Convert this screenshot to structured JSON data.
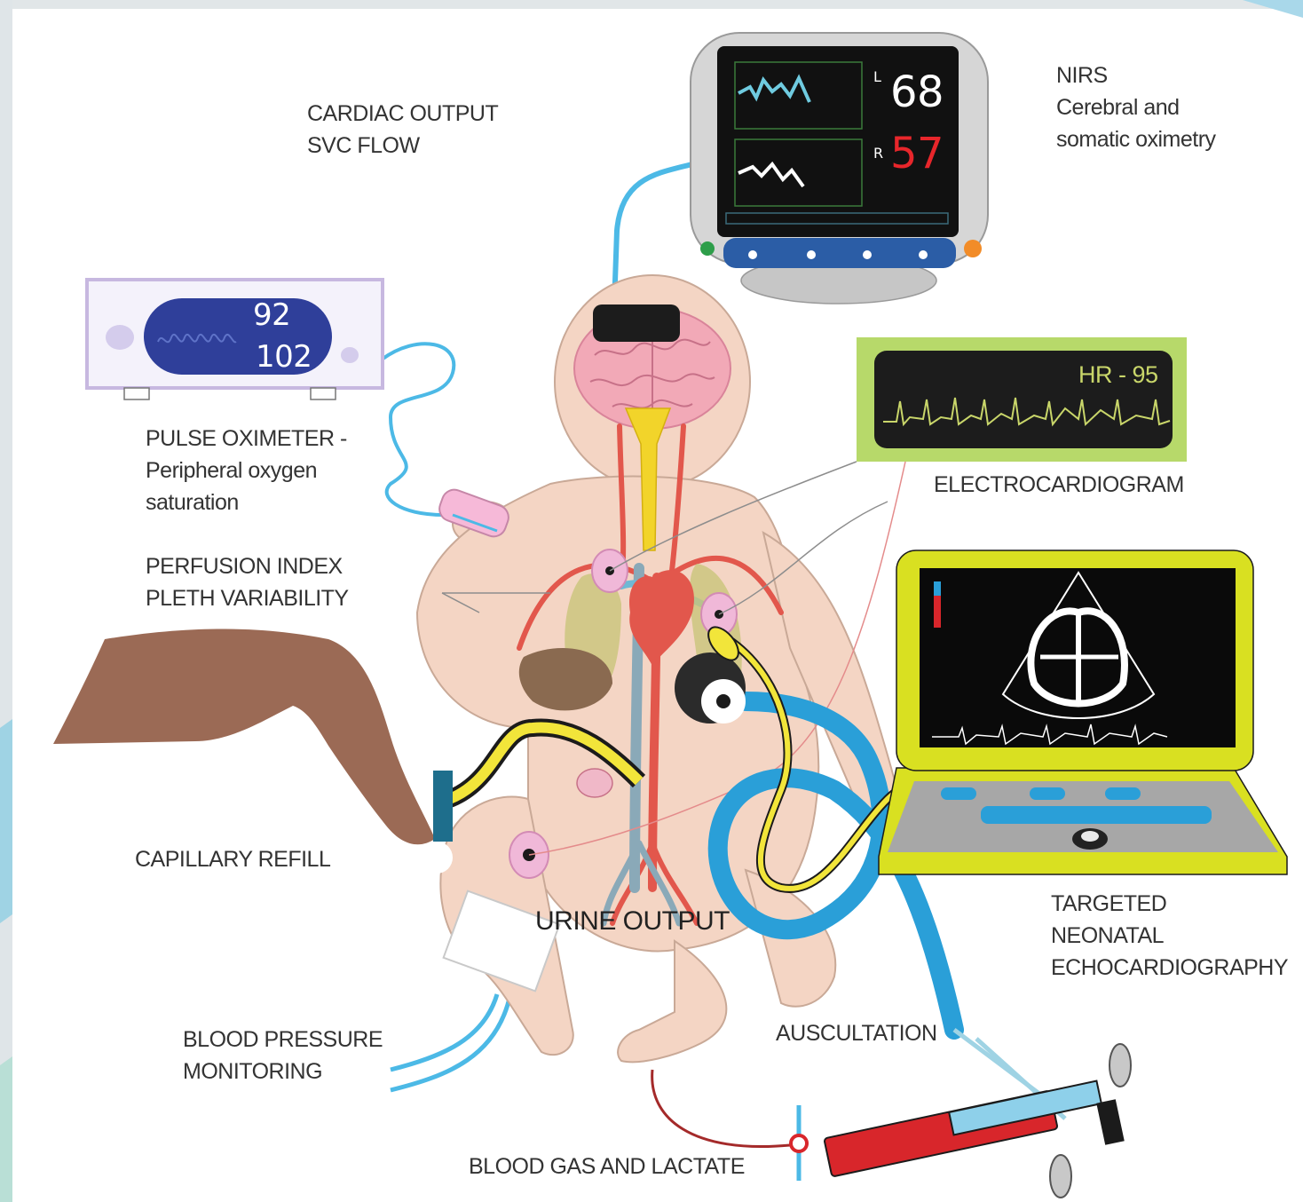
{
  "labels": {
    "cardiac_output": [
      "CARDIAC OUTPUT",
      "SVC FLOW"
    ],
    "nirs": [
      "NIRS",
      "Cerebral and",
      "somatic oximetry"
    ],
    "pulse_oximeter": [
      "PULSE OXIMETER -",
      "Peripheral oxygen",
      "saturation"
    ],
    "perfusion": [
      "PERFUSION INDEX",
      "PLETH VARIABILITY"
    ],
    "electrocardiogram": "ELECTROCARDIOGRAM",
    "capillary_refill": "CAPILLARY REFILL",
    "urine_output": "URINE OUTPUT",
    "echocardiography": [
      "TARGETED",
      "NEONATAL",
      "ECHOCARDIOGRAPHY"
    ],
    "blood_pressure": [
      "BLOOD PRESSURE",
      "MONITORING"
    ],
    "auscultation": "AUSCULTATION",
    "blood_gas": "BLOOD GAS AND LACTATE"
  },
  "nirs_monitor": {
    "left_tag": "L",
    "left_value": "68",
    "right_tag": "R",
    "right_value": "57"
  },
  "pulse_ox_device": {
    "spo2": "92",
    "heart_rate": "102"
  },
  "ecg_monitor": {
    "readout": "HR - 95"
  },
  "colors": {
    "skin": "#f4d5c4",
    "artery": "#e2574c",
    "vein": "#8aa9b8",
    "cable": "#4cb9e6",
    "monitor_screen": "#111111",
    "nirs_left": "#ffffff",
    "nirs_right": "#e8262b",
    "ecg_frame": "#b7d96a",
    "echo_frame": "#d9e021",
    "stethoscope": "#2a9fd8",
    "syringe": "#d8262b"
  },
  "icons": [
    "brain-icon",
    "heart-icon",
    "lungs-icon",
    "liver-icon",
    "stethoscope-icon",
    "syringe-icon",
    "hand-icon",
    "ultrasound-probe-icon",
    "nirs-sensor-icon",
    "ecg-electrode-icon"
  ]
}
